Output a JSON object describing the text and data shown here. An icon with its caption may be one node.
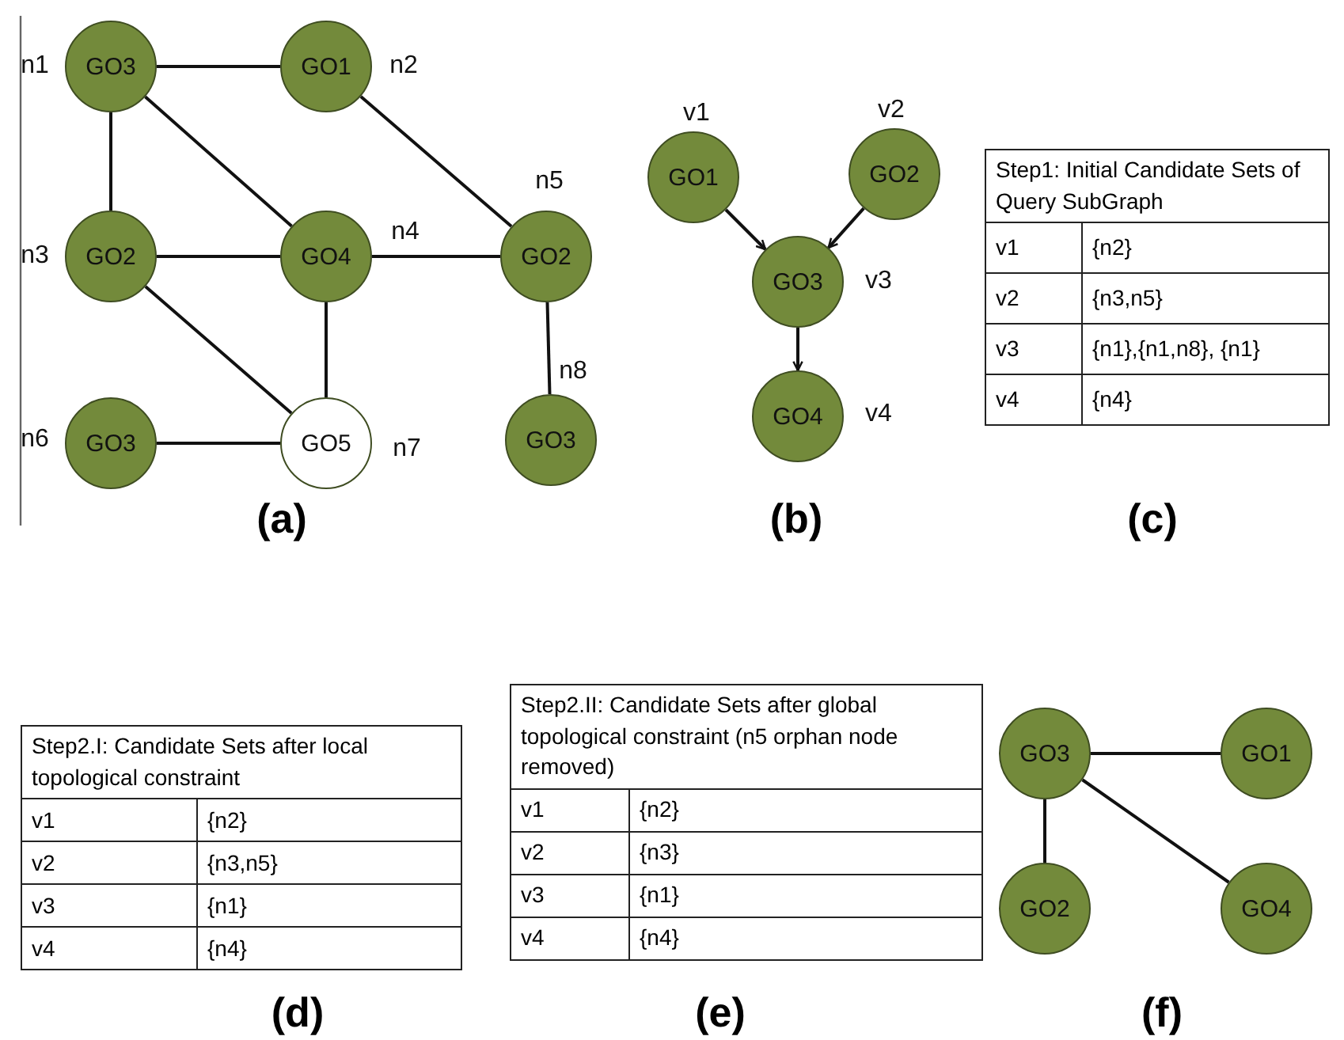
{
  "diagram": {
    "nodes": [
      {
        "text": [
          "GO3"
        ],
        "beside": [
          "n1"
        ]
      },
      {
        "text": [
          "GO1"
        ],
        "beside": [
          "n2"
        ]
      },
      {
        "text": [
          "GO2"
        ],
        "beside": [
          "n3"
        ]
      },
      {
        "text": [
          "GO4"
        ],
        "beside": [
          "n4"
        ]
      },
      {
        "text": [
          "GO2"
        ],
        "beside": [
          "n5"
        ]
      },
      {
        "text": [
          "GO3"
        ],
        "beside": [
          "n6"
        ]
      },
      {
        "text": [
          "GO5"
        ],
        "beside": [
          "n7"
        ]
      },
      {
        "text": [
          "GO3"
        ],
        "beside": [
          "n8"
        ]
      },
      {
        "text": [
          "GO1"
        ],
        "beside": [
          "v1"
        ]
      },
      {
        "text": [
          "GO2"
        ],
        "beside": [
          "v2"
        ]
      },
      {
        "text": [
          "GO3"
        ],
        "beside": [
          "v3"
        ]
      },
      {
        "text": [
          "GO4"
        ],
        "beside": [
          "v4"
        ]
      },
      {
        "text": [
          "GO3"
        ]
      },
      {
        "text": [
          "GO1"
        ]
      },
      {
        "text": [
          "GO2"
        ]
      },
      {
        "text": [
          "GO4"
        ]
      }
    ],
    "edges": [
      {
        "from": 0,
        "to": 1,
        "arrow": "none"
      },
      {
        "from": 0,
        "to": 2,
        "arrow": "none"
      },
      {
        "from": 0,
        "to": 3,
        "arrow": "none"
      },
      {
        "from": 1,
        "to": 4,
        "arrow": "none"
      },
      {
        "from": 2,
        "to": 3,
        "arrow": "none"
      },
      {
        "from": 3,
        "to": 4,
        "arrow": "none"
      },
      {
        "from": 2,
        "to": 6,
        "arrow": "none"
      },
      {
        "from": 3,
        "to": 6,
        "arrow": "none"
      },
      {
        "from": 4,
        "to": 7,
        "arrow": "none"
      },
      {
        "from": 5,
        "to": 6,
        "arrow": "none"
      },
      {
        "from": 8,
        "to": 10,
        "arrow": "to"
      },
      {
        "from": 9,
        "to": 10,
        "arrow": "to"
      },
      {
        "from": 10,
        "to": 11,
        "arrow": "to"
      },
      {
        "from": 12,
        "to": 13,
        "arrow": "none"
      },
      {
        "from": 12,
        "to": 14,
        "arrow": "none"
      },
      {
        "from": 12,
        "to": 15,
        "arrow": "none"
      }
    ],
    "labels": [
      "Step1: Initial Candidate Sets of Query SubGraph",
      "v1",
      "{n2}",
      "v2",
      "{n3,n5}",
      "v3",
      "{n1},{n1,n8}, {n1}",
      "v4",
      "{n4}",
      "(a)",
      "(b)",
      "(c)",
      "Step2.I: Candidate Sets after local topological constraint",
      "v1",
      "{n2}",
      "v2",
      "{n3,n5}",
      "v3",
      "{n1}",
      "v4",
      "{n4}",
      "Step2.II: Candidate Sets after global topological constraint (n5 orphan node removed)",
      "v1",
      "{n2}",
      "v2",
      "{n3}",
      "v3",
      "{n1}",
      "v4",
      "{n4}",
      "(d)",
      "(e)",
      "(f)"
    ]
  }
}
